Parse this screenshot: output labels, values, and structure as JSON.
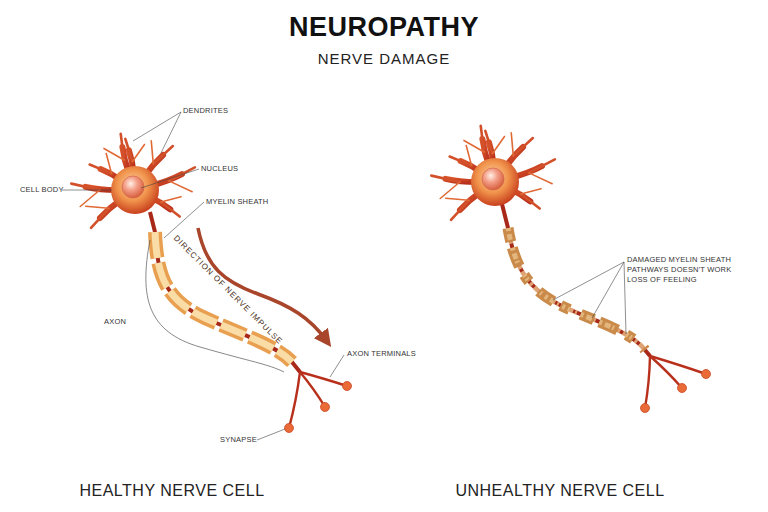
{
  "diagram": {
    "title": "NEUROPATHY",
    "labels": [
      "NERVE DAMAGE",
      "DENDRITES",
      "NUCLEUS",
      "CELL BODY",
      "MYELIN SHEATH",
      "DIRECTION OF NERVE IMPULSE",
      "AXON",
      "AXON TERMINALS",
      "SYNAPSE",
      "HEALTHY NERVE CELL",
      "DAMAGED MYELIN SHEATH PATHWAYS DOESN'T WORK LOSS OF FEELING",
      "UNHEALTHY NERVE CELL"
    ]
  }
}
